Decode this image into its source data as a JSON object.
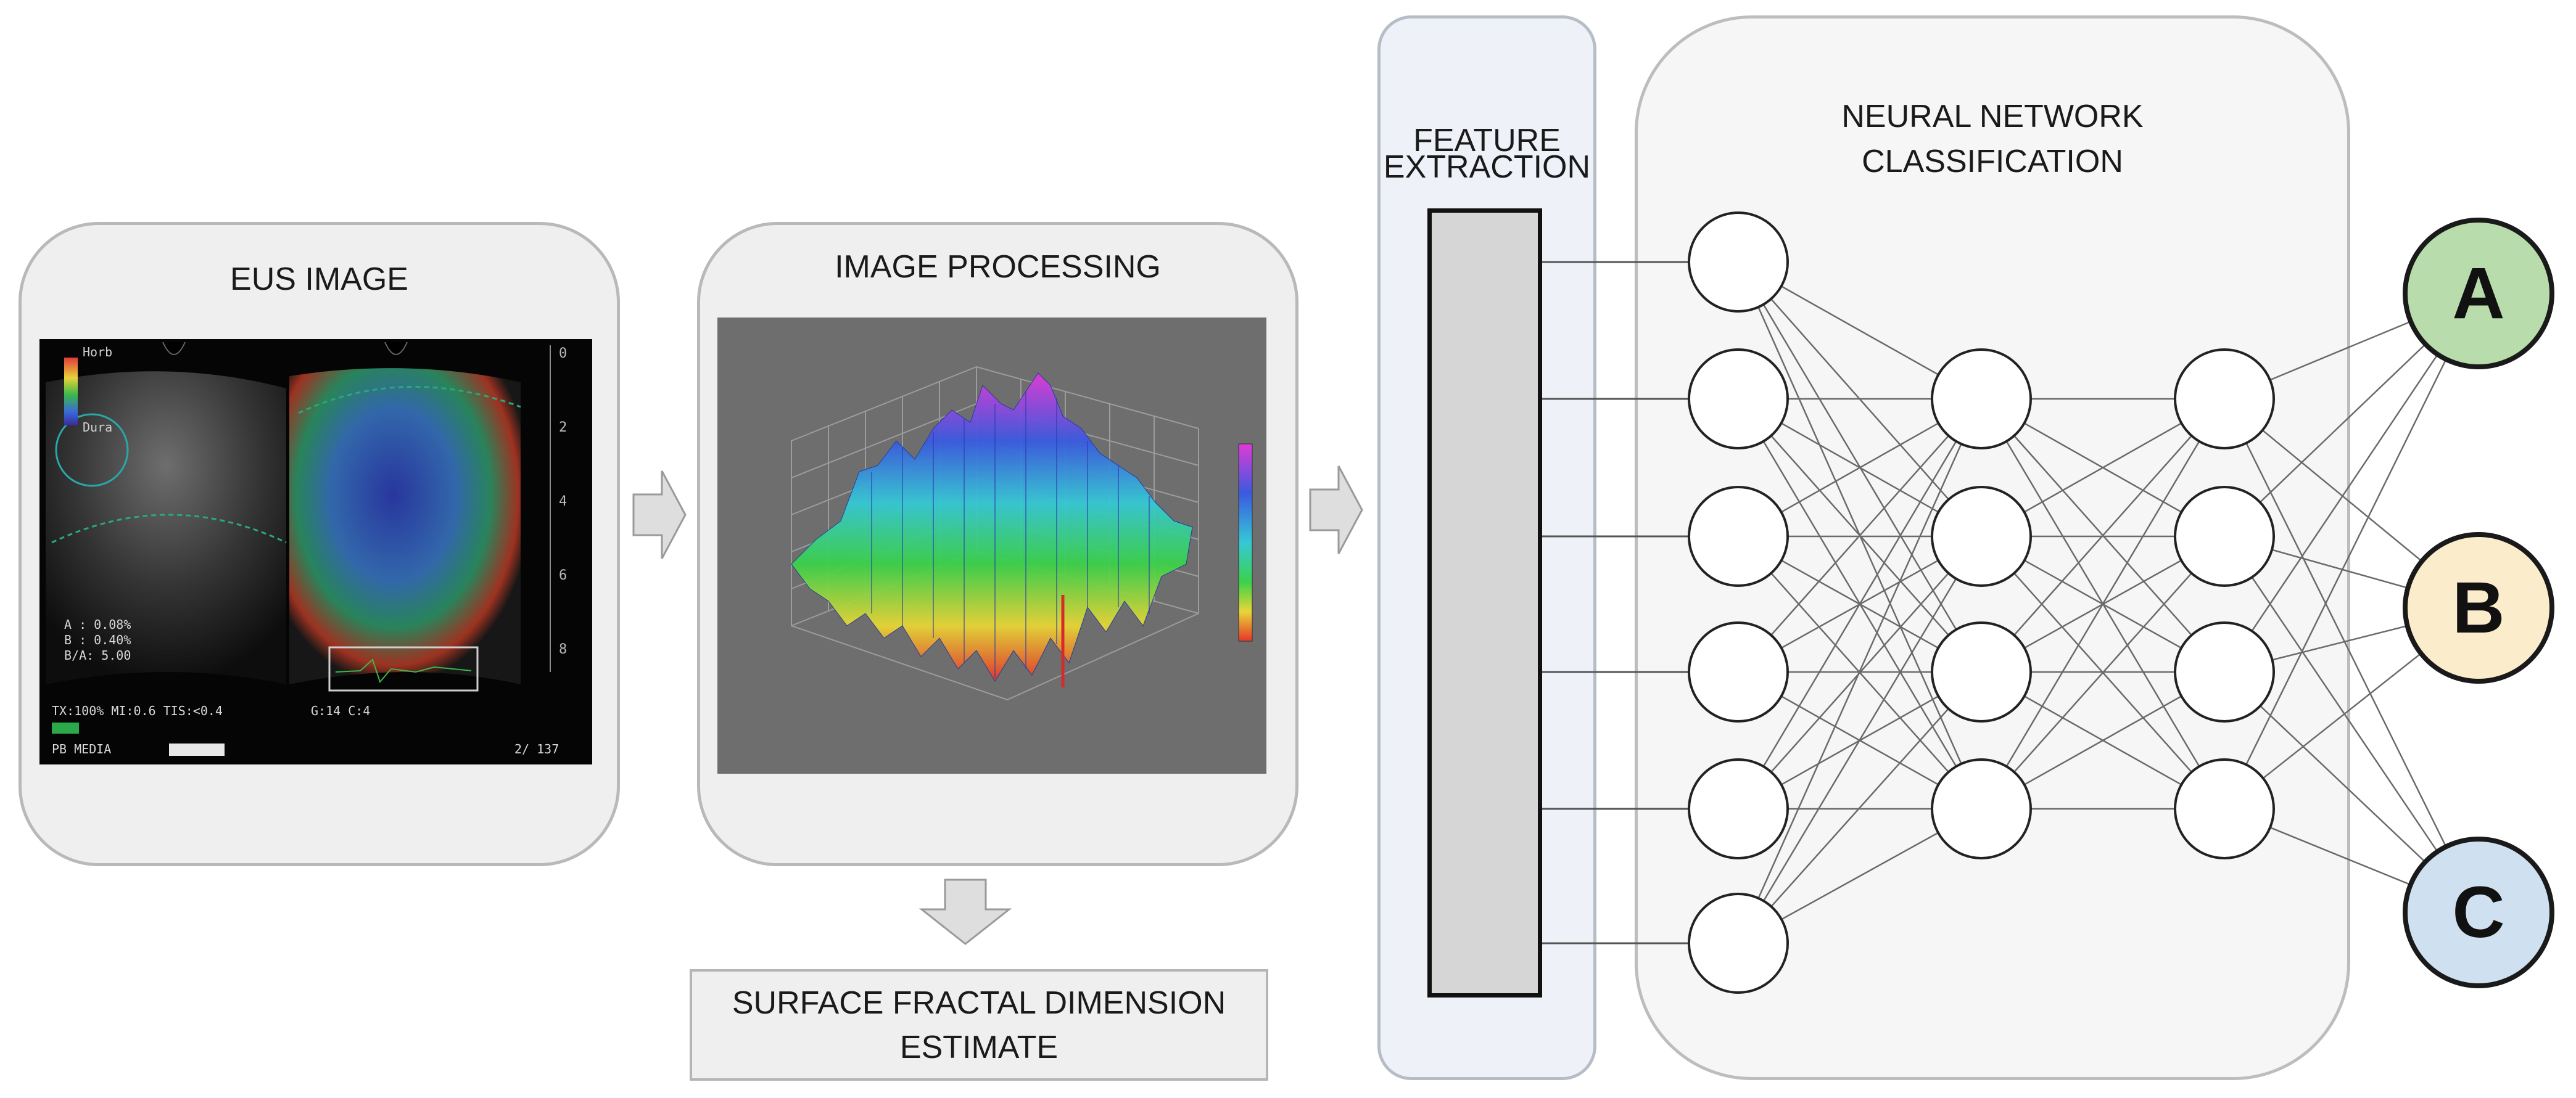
{
  "panels": {
    "eus": {
      "title": "EUS IMAGE"
    },
    "processing": {
      "title": "IMAGE PROCESSING"
    },
    "feature": {
      "title_line1": "FEATURE",
      "title_line2": "EXTRACTION"
    },
    "neural": {
      "title_line1": "NEURAL NETWORK",
      "title_line2": "CLASSIFICATION"
    }
  },
  "estimate": {
    "line1": "SURFACE FRACTAL DIMENSION",
    "line2": "ESTIMATE"
  },
  "outputs": [
    {
      "label": "A",
      "color": "#b8dcab"
    },
    {
      "label": "B",
      "color": "#fbeccb"
    },
    {
      "label": "C",
      "color": "#cfe1f0"
    }
  ],
  "eus_overlay": {
    "legend_top": "Horb",
    "legend_bottom": "Dura",
    "readout_a": "A  :  0.08%",
    "readout_b": "B  :  0.40%",
    "readout_ba": "B/A:  5.00",
    "status_line": "TX:100% MI:0.6  TIS:<0.4",
    "gain": "G:14 C:4",
    "frame": "2/   137",
    "menu": "PB    MEDIA",
    "depth_ticks": [
      "0",
      "2",
      "4",
      "6",
      "8"
    ]
  },
  "network": {
    "layers": [
      6,
      4,
      4
    ]
  }
}
